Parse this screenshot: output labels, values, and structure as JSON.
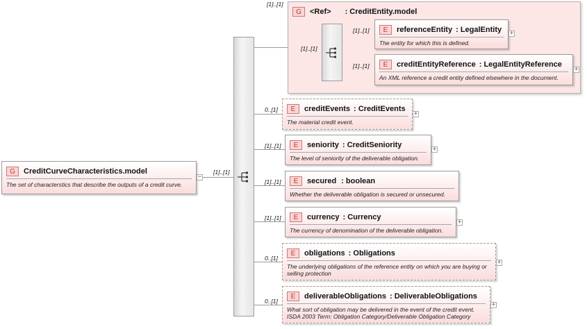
{
  "root": {
    "badge": "G",
    "name": "CreditCurveCharacteristics.model",
    "doc": "The set of characterstics that describe the outputs of a credit curve.",
    "cardinality": "[1]..[1]"
  },
  "ref_group": {
    "cardinality_top": "[1]..[1]",
    "badge": "G",
    "ref_label": "<Ref>",
    "name": ": CreditEntity.model",
    "cardinality": "[1]..[1]",
    "children": [
      {
        "badge": "E",
        "name": "referenceEntity",
        "type": ": LegalEntity",
        "doc": "The entity for which this is defined.",
        "cardinality": "[1]..[1]"
      },
      {
        "badge": "E",
        "name": "creditEntityReference",
        "type": ": LegalEntityReference",
        "doc": "An XML reference a credit entity defined elsewhere in the document.",
        "cardinality": "[1]..[1]"
      }
    ]
  },
  "elements": [
    {
      "badge": "E",
      "name": "creditEvents",
      "type": ": CreditEvents",
      "doc": "The material credit event.",
      "cardinality": "0..[1]",
      "optional": true
    },
    {
      "badge": "E",
      "name": "seniority",
      "type": ": CreditSeniority",
      "doc": "The level of seniority of the deliverable obligation.",
      "cardinality": "[1]..[1]",
      "optional": false
    },
    {
      "badge": "E",
      "name": "secured",
      "type": ": boolean",
      "doc": "Whether the deliverable obligation is secured or unsecured.",
      "cardinality": "[1]..[1]",
      "optional": false
    },
    {
      "badge": "E",
      "name": "currency",
      "type": ": Currency",
      "doc": "The currency of denomination of the deliverable obligation.",
      "cardinality": "[1]..[1]",
      "optional": false
    },
    {
      "badge": "E",
      "name": "obligations",
      "type": ": Obligations",
      "doc": "The underlying obligations of the reference entity on which you are buying or selling protection",
      "cardinality": "0..[1]",
      "optional": true
    },
    {
      "badge": "E",
      "name": "deliverableObligations",
      "type": ": DeliverableObligations",
      "doc": "What sort of obligation may be delivered in the event of the credit event. ISDA 2003 Term: Obligation Category/Deliverable Obligation Category",
      "cardinality": "0..[1]",
      "optional": true
    }
  ],
  "expand_symbol": "+",
  "collapse_symbol": "−"
}
